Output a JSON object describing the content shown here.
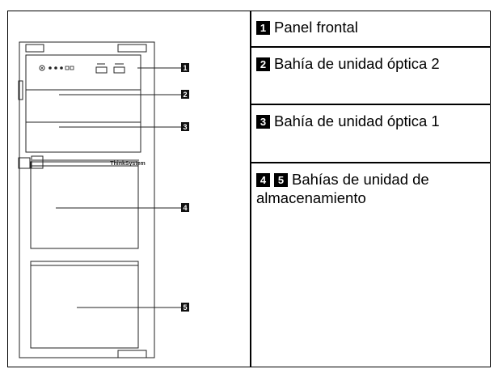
{
  "legend": [
    {
      "badges": [
        "1"
      ],
      "text": "Panel frontal"
    },
    {
      "badges": [
        "2"
      ],
      "text": "Bahía de unidad óptica 2"
    },
    {
      "badges": [
        "3"
      ],
      "text": "Bahía de unidad óptica 1"
    },
    {
      "badges": [
        "4",
        "5"
      ],
      "text": "Bahías de unidad de almacenamiento"
    }
  ],
  "callouts": [
    "1",
    "2",
    "3",
    "4",
    "5"
  ],
  "brand": "ThinkSystem"
}
